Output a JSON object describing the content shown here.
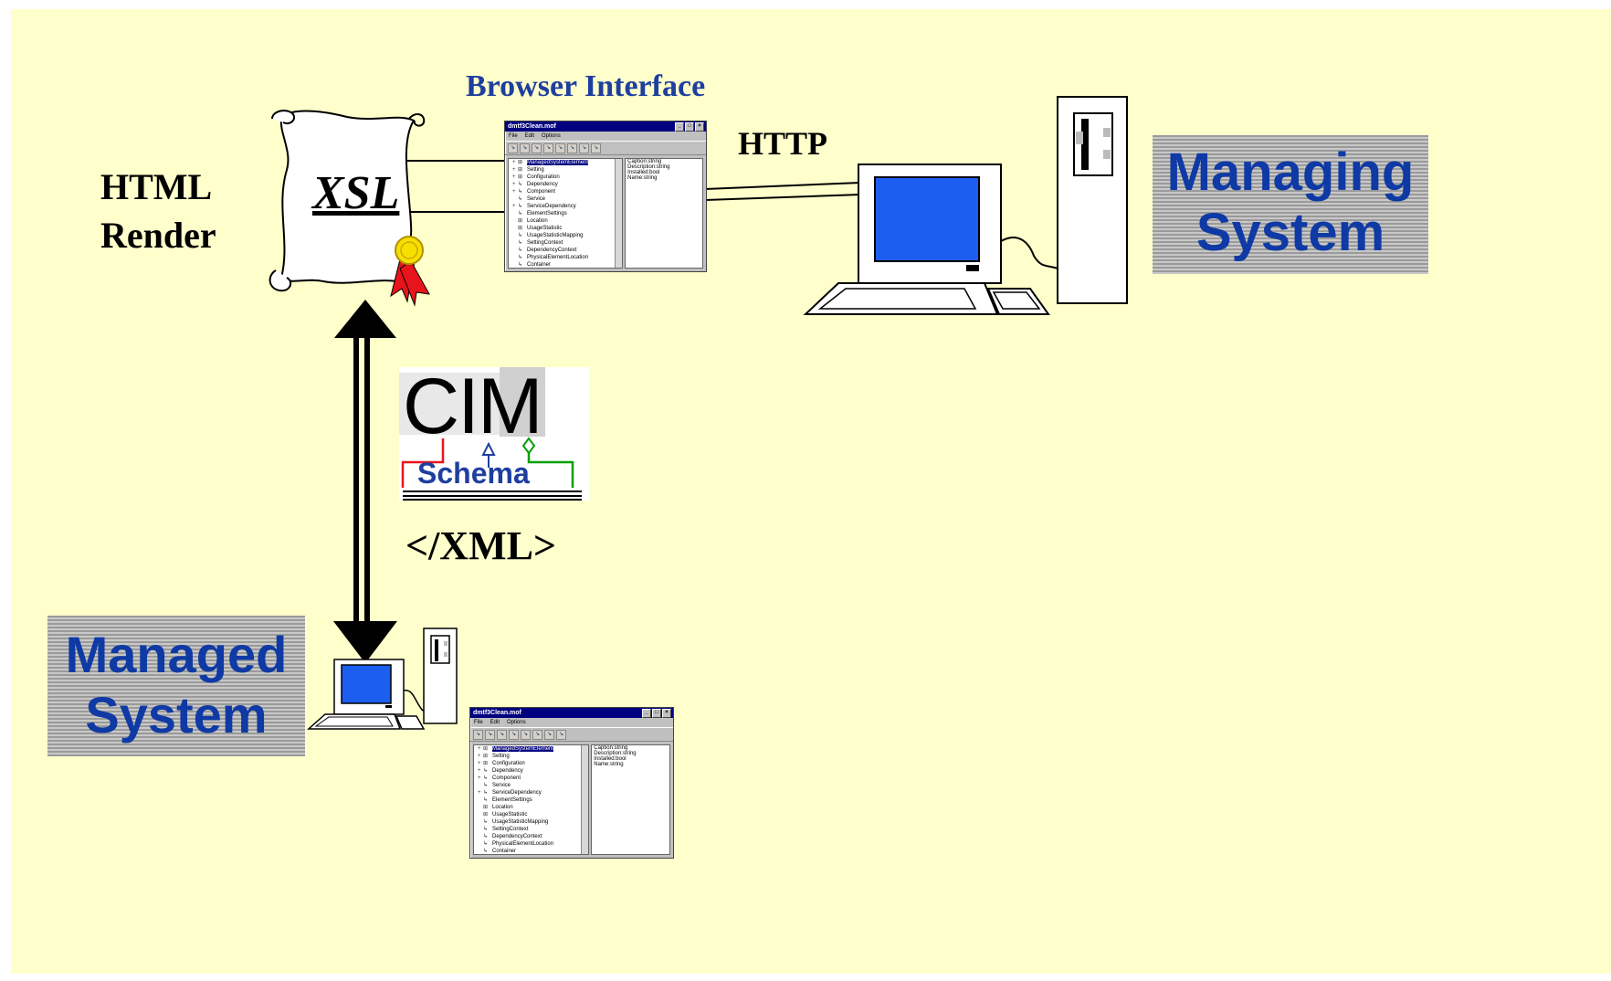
{
  "labels": {
    "browser_interface": "Browser Interface",
    "http": "HTTP",
    "html_render_line1": "HTML",
    "html_render_line2": "Render",
    "xsl": "XSL",
    "cim": "CIM",
    "schema": "Schema",
    "xml": "</XML>"
  },
  "managing_system": {
    "line1": "Managing",
    "line2": "System"
  },
  "managed_system": {
    "line1": "Managed",
    "line2": "System"
  },
  "browser_window": {
    "title": "dmtf3Clean.mof",
    "menu": [
      "File",
      "Edit",
      "Options"
    ],
    "window_buttons": [
      "_",
      "□",
      "×"
    ],
    "tree": [
      "ManagedSystemElement",
      "Setting",
      "Configuration",
      "Dependency",
      "Component",
      "Service",
      "ServiceDependency",
      "ElementSettings",
      "Location",
      "UsageStatistic",
      "UsageStatisticMapping",
      "SettingContext",
      "DependencyContext",
      "PhysicalElementLocation",
      "Container"
    ],
    "properties": [
      "Caption:string",
      "Description:string",
      "Installed:bool",
      "Name:string"
    ]
  },
  "colors": {
    "background": "#ffffcc",
    "label_blue": "#1f3f9f",
    "system_text_blue": "#0f3aa5",
    "screen_blue": "#1c5ef0",
    "ribbon_red": "#e8141c",
    "seal_yellow": "#f5e000"
  },
  "icons": [
    "scroll-icon",
    "ribbon-seal-icon",
    "desktop-computer-icon",
    "tower-icon",
    "double-arrow-icon"
  ]
}
